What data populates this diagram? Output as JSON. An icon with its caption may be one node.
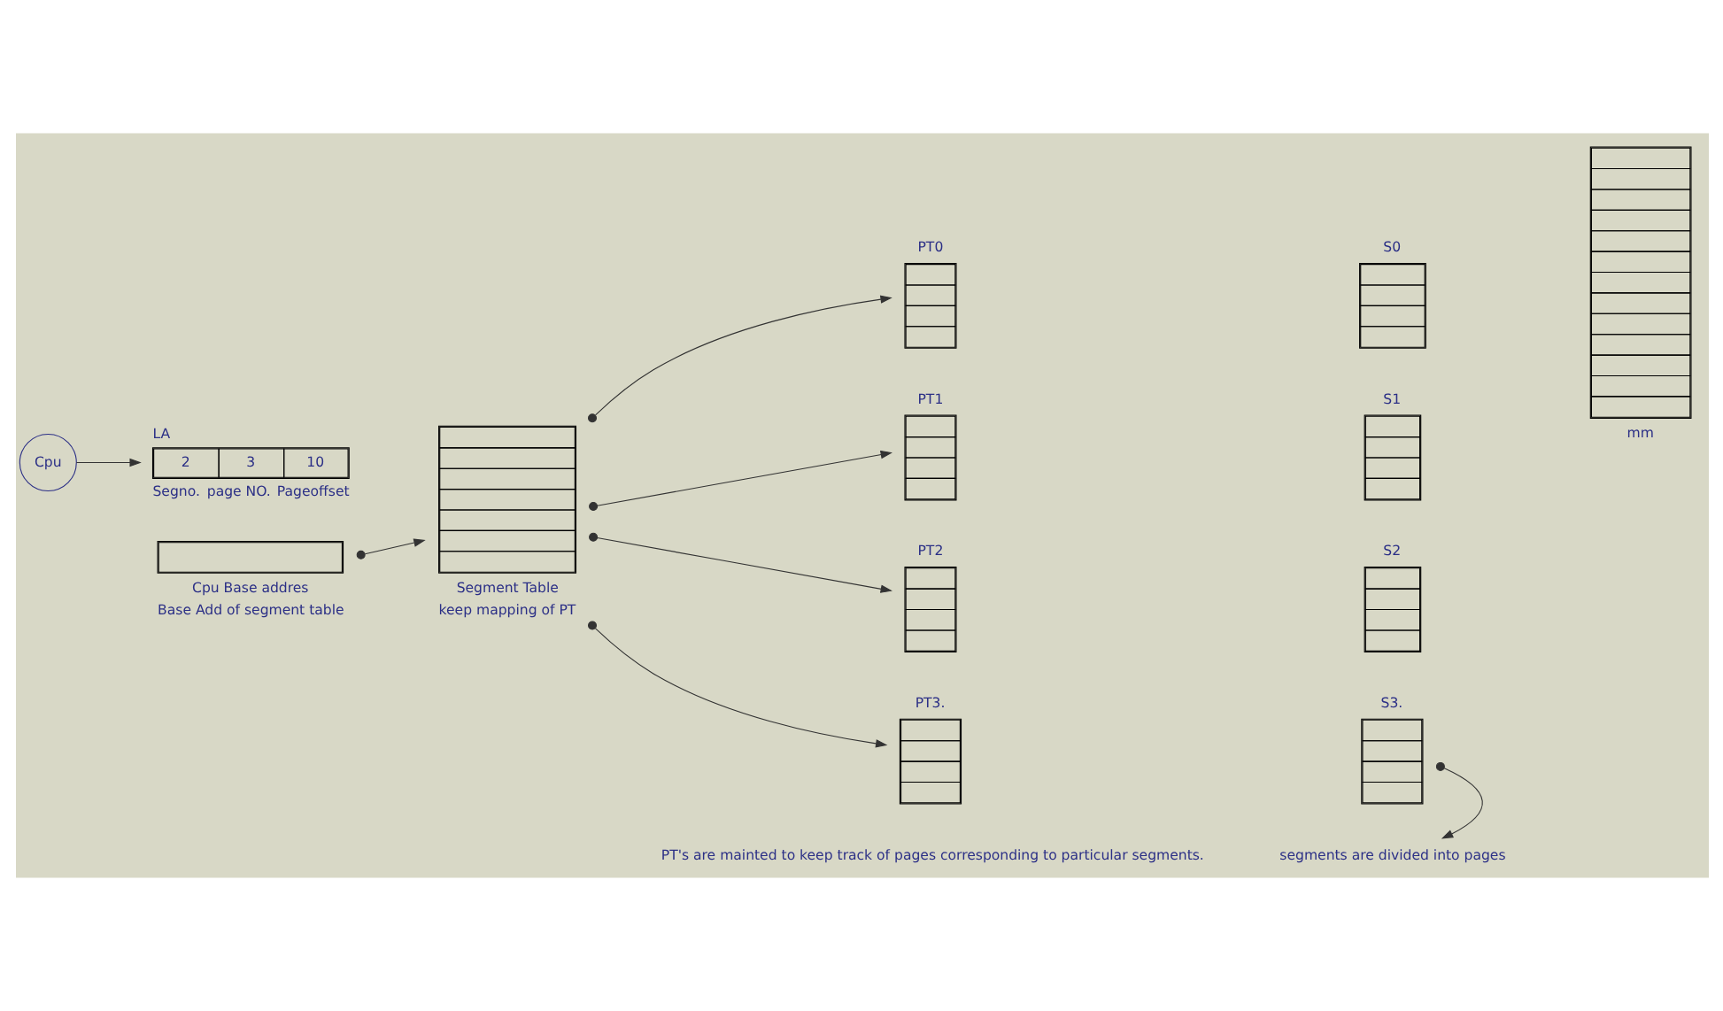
{
  "diagram": {
    "nodes": [
      {
        "text": [
          "Cpu"
        ]
      },
      {
        "text": [
          "LA",
          "2",
          "3",
          "10"
        ],
        "beside": [
          "Segno.",
          "page NO.",
          "Pageoffset"
        ]
      },
      {
        "text": [
          "Cpu Base addres"
        ],
        "beside": [
          "Base Add of segment table"
        ]
      },
      {
        "text": [
          "Segment Table"
        ],
        "beside": [
          "keep mapping of PT"
        ]
      },
      {
        "text": [
          "PT0"
        ]
      },
      {
        "text": [
          "PT1"
        ]
      },
      {
        "text": [
          "PT2"
        ]
      },
      {
        "text": [
          "PT3."
        ]
      },
      {
        "text": [
          "S0"
        ]
      },
      {
        "text": [
          "S1"
        ]
      },
      {
        "text": [
          "S2"
        ]
      },
      {
        "text": [
          "S3."
        ]
      },
      {
        "text": [
          "mm"
        ]
      },
      {
        "text": [
          "segments are divided into pages"
        ]
      }
    ],
    "edges": [
      {
        "from": 0,
        "to": 1,
        "arrow": "to"
      },
      {
        "from": 2,
        "to": 3,
        "arrow": "to"
      },
      {
        "from": 3,
        "to": 4,
        "arrow": "to"
      },
      {
        "from": 3,
        "to": 5,
        "arrow": "to"
      },
      {
        "from": 3,
        "to": 6,
        "arrow": "to"
      },
      {
        "from": 3,
        "to": 7,
        "arrow": "to"
      },
      {
        "from": 11,
        "to": 13,
        "arrow": "to"
      }
    ],
    "labels": [
      "PT's are mainted to keep track of pages corresponding to particular segments."
    ]
  }
}
